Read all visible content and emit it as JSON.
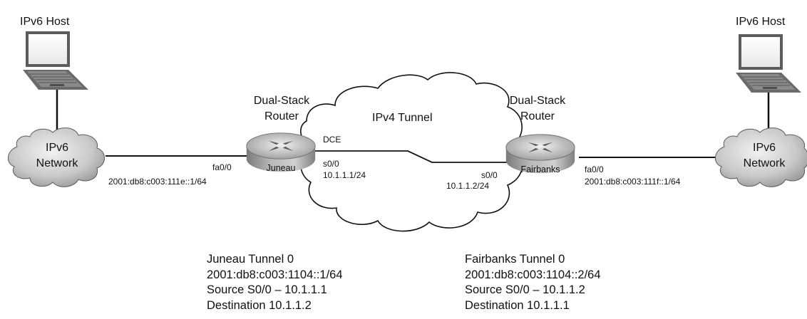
{
  "hosts": {
    "left_label": "IPv6 Host",
    "right_label": "IPv6 Host"
  },
  "networks": {
    "left": [
      "IPv6",
      "Network"
    ],
    "right": [
      "IPv6",
      "Network"
    ]
  },
  "tunnel_label": "IPv4 Tunnel",
  "routers": {
    "left": {
      "title": [
        "Dual-Stack",
        "Router"
      ],
      "name": "Juneau",
      "dce": "DCE",
      "serial_if": "s0/0",
      "serial_ip": "10.1.1.1/24",
      "fast_if": "fa0/0",
      "ipv6": "2001:db8:c003:111e::1/64"
    },
    "right": {
      "title": [
        "Dual-Stack",
        "Router"
      ],
      "name": "Fairbanks",
      "serial_if": "s0/0",
      "serial_ip": "10.1.1.2/24",
      "fast_if": "fa0/0",
      "ipv6": "2001:db8:c003:111f::1/64"
    }
  },
  "tunnel_configs": {
    "left": [
      "Juneau Tunnel 0",
      "2001:db8:c003:1104::1/64",
      "Source S0/0 – 10.1.1.1",
      "Destination 10.1.1.2"
    ],
    "right": [
      "Fairbanks Tunnel 0",
      "2001:db8:c003:1104::2/64",
      "Source S0/0 – 10.1.1.2",
      "Destination 10.1.1.1"
    ]
  }
}
